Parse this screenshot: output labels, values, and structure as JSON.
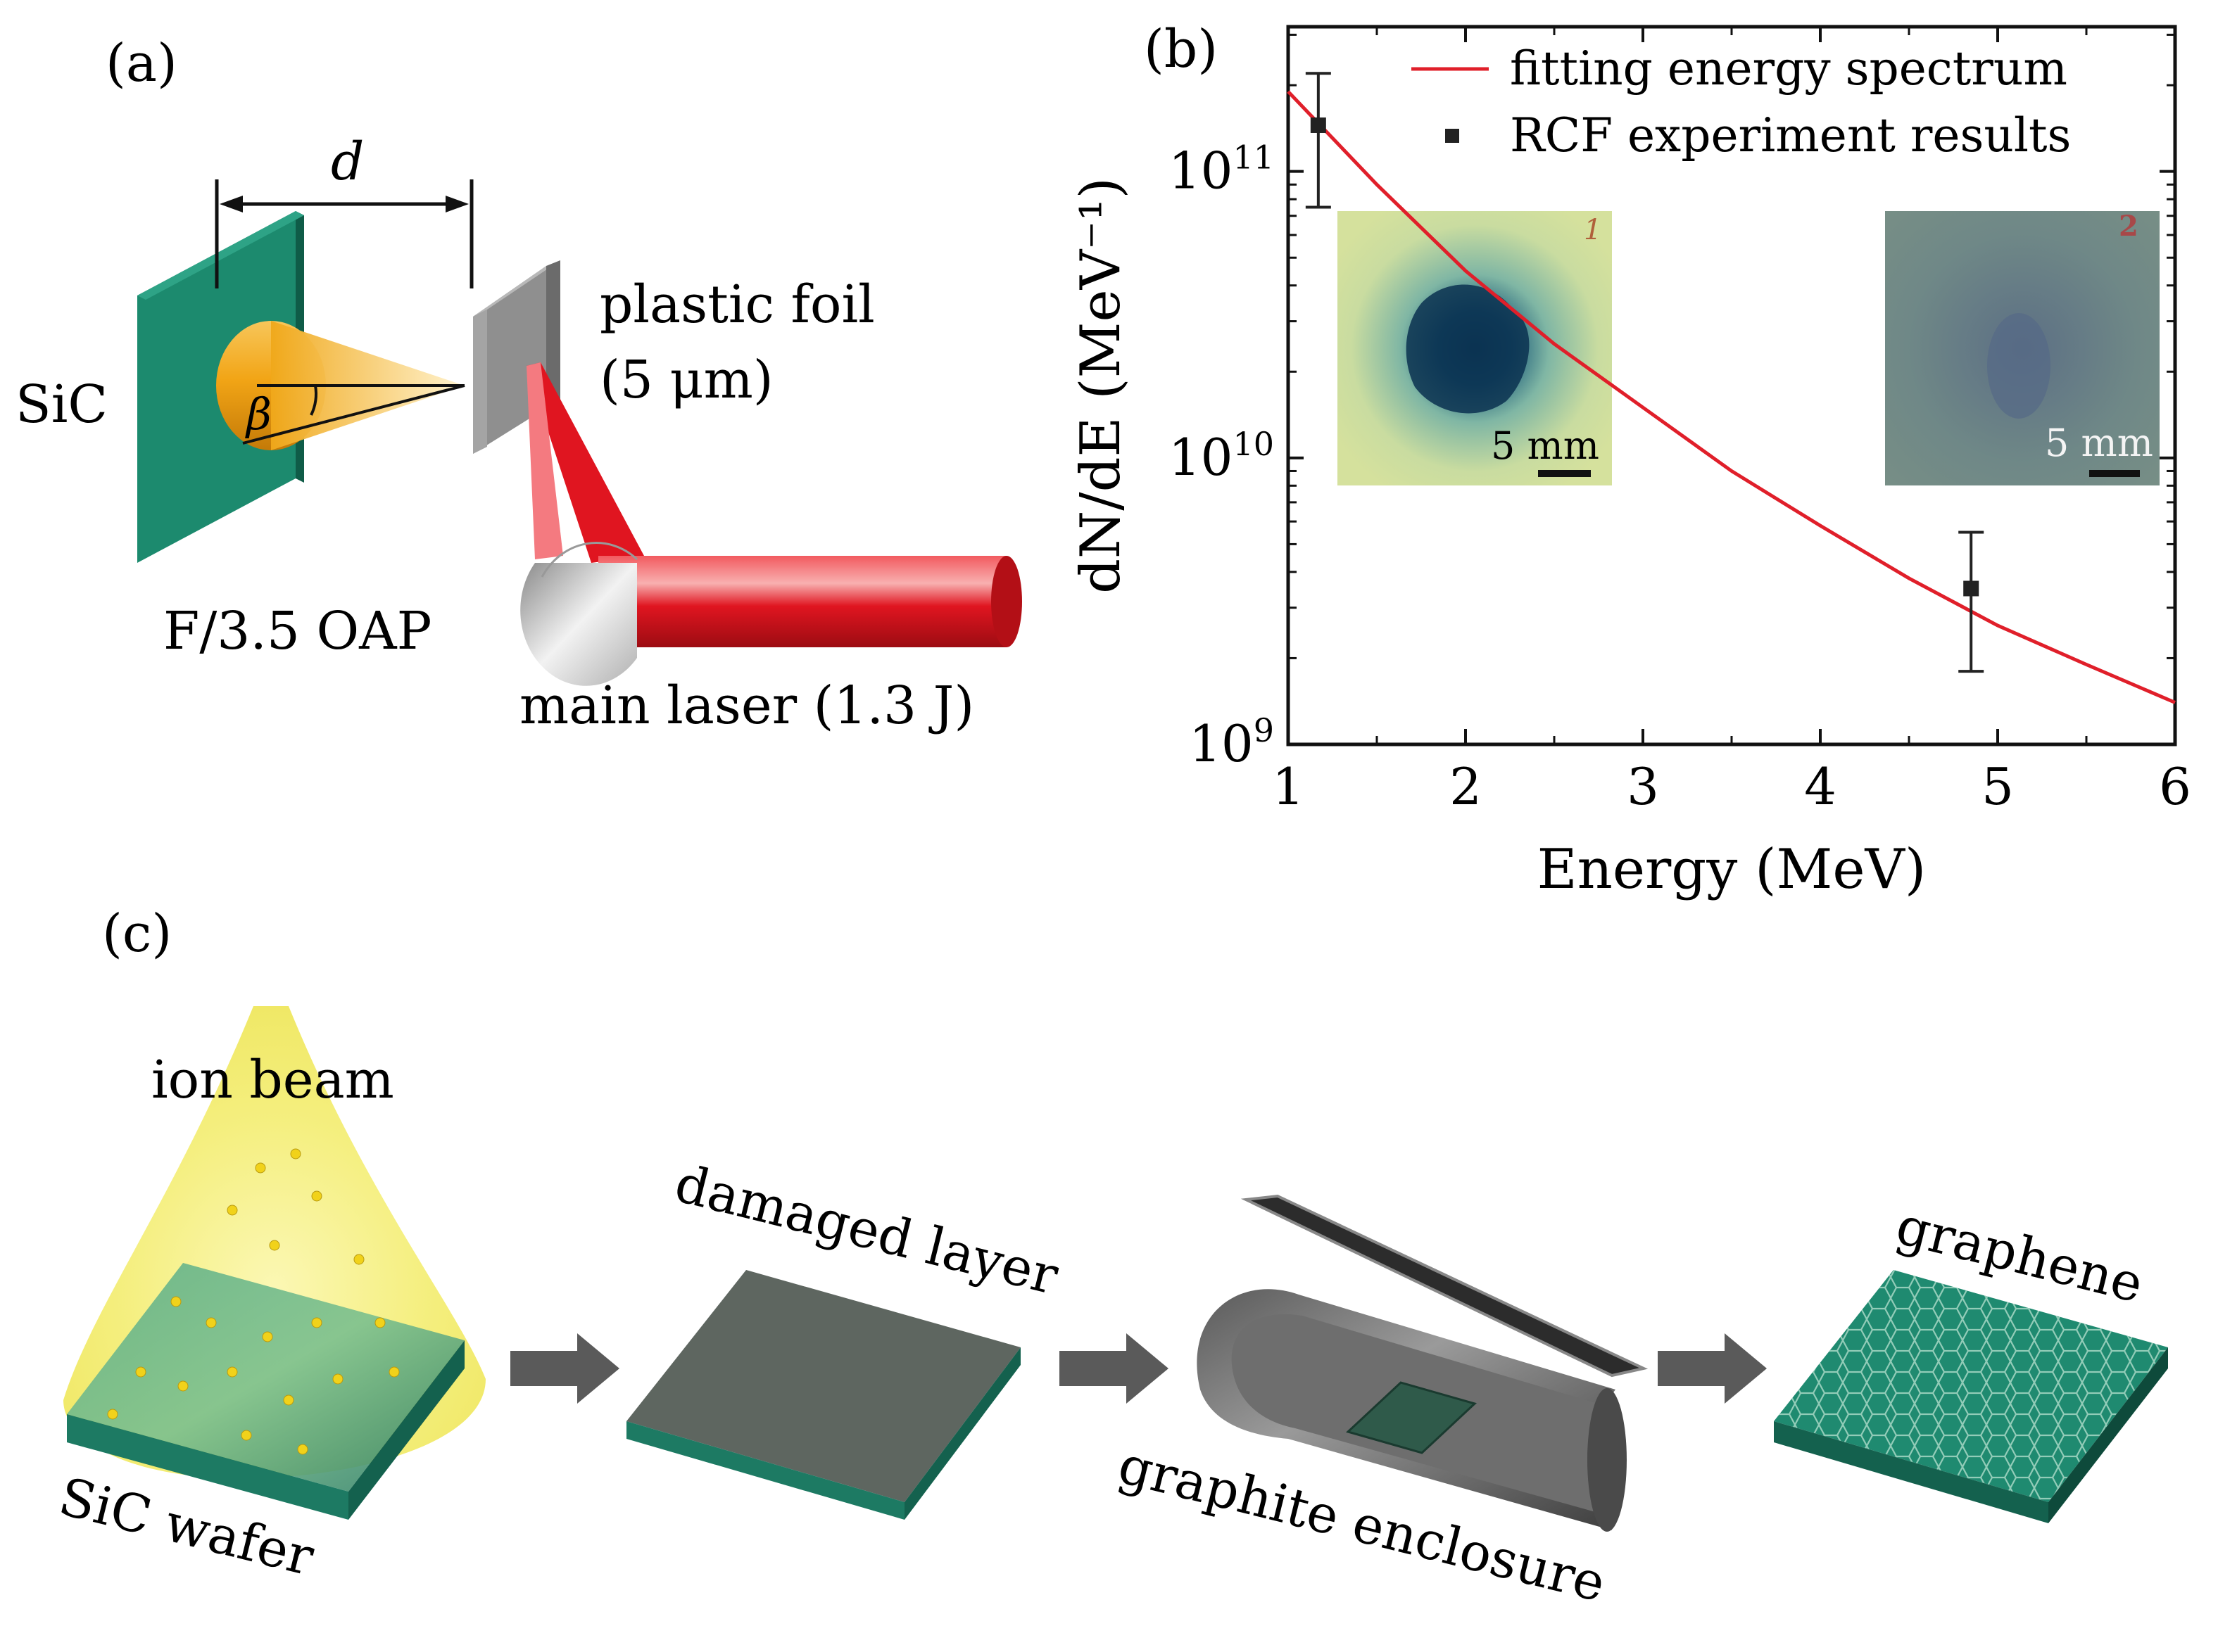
{
  "panel_a": {
    "label": "(a)",
    "d_label": "d",
    "sic_label": "SiC",
    "beta_label": "β",
    "foil_label_1": "plastic foil",
    "foil_label_2": "(5 μm)",
    "oap_label": "F/3.5 OAP",
    "laser_label": "main laser (1.3 J)",
    "colors": {
      "sic": "#1c8a6e",
      "cone": "#f0a81a",
      "laser": "#e0101a",
      "foil": "#8f8f8f"
    }
  },
  "panel_b": {
    "label": "(b)",
    "inset_left_scalebar": "5 mm",
    "inset_right_scalebar": "5 mm",
    "inset_left_mark": "1",
    "inset_right_mark": "2"
  },
  "chart_data": {
    "type": "line",
    "title": "",
    "xlabel": "Energy (MeV)",
    "ylabel": "dN/dE (MeV⁻¹)",
    "xlim": [
      1,
      6
    ],
    "ylim": [
      1000000000.0,
      320000000000.0
    ],
    "yscale": "log",
    "x_ticks": [
      "1",
      "2",
      "3",
      "4",
      "5",
      "6"
    ],
    "y_ticks": [
      {
        "base": "10",
        "exp": "9",
        "value": 1000000000.0
      },
      {
        "base": "10",
        "exp": "10",
        "value": 10000000000.0
      },
      {
        "base": "10",
        "exp": "11",
        "value": 100000000000.0
      }
    ],
    "legend_position": "top-right",
    "series": [
      {
        "name": "fitting energy spectrum",
        "kind": "line",
        "color": "#e01f2a",
        "x": [
          1.0,
          1.5,
          2.0,
          2.5,
          3.0,
          3.5,
          4.0,
          4.5,
          5.0,
          5.5,
          6.0
        ],
        "y": [
          190000000000.0,
          90000000000.0,
          45000000000.0,
          25000000000.0,
          15000000000.0,
          9000000000.0,
          5800000000.0,
          3800000000.0,
          2600000000.0,
          1900000000.0,
          1400000000.0
        ]
      },
      {
        "name": "RCF experiment results",
        "kind": "scatter",
        "color": "#222222",
        "x": [
          1.17,
          4.85
        ],
        "y": [
          145000000000.0,
          3500000000.0
        ],
        "y_err_low": [
          75000000000.0,
          1800000000.0
        ],
        "y_err_high": [
          220000000000.0,
          5500000000.0
        ]
      }
    ]
  },
  "panel_c": {
    "label": "(c)",
    "ion_beam_label": "ion beam",
    "wafer_label": "SiC wafer",
    "damaged_label": "damaged layer",
    "enclosure_label": "graphite enclosure",
    "graphene_label": "graphene",
    "colors": {
      "wafer": "#1f8a70",
      "damaged": "#5e6660",
      "beam": "#f3ec6b",
      "enclosure": "#777777"
    }
  }
}
